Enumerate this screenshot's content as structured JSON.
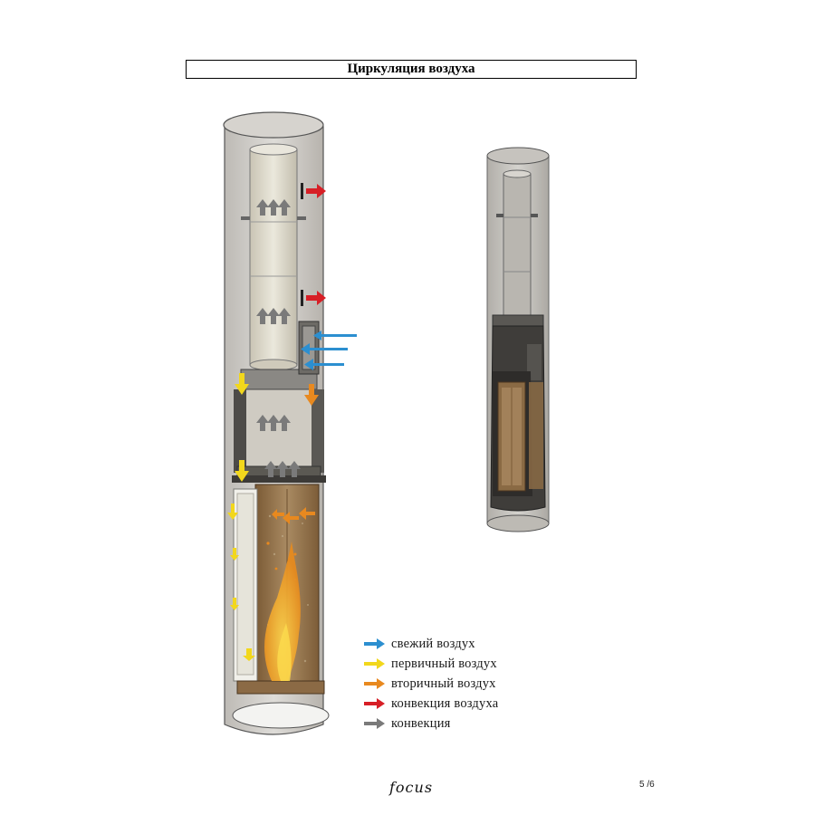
{
  "title": "Циркуляция воздуха",
  "legend": [
    {
      "label": "свежий воздух",
      "color": "#2c8fd0"
    },
    {
      "label": "первичный воздух",
      "color": "#f2d71c"
    },
    {
      "label": "вторичный воздух",
      "color": "#e8891f"
    },
    {
      "label": "конвекция воздуха",
      "color": "#d71f26"
    },
    {
      "label": "конвекция",
      "color": "#7a7a7a"
    }
  ],
  "footer": {
    "logo": "focus",
    "page": "5 /6"
  }
}
